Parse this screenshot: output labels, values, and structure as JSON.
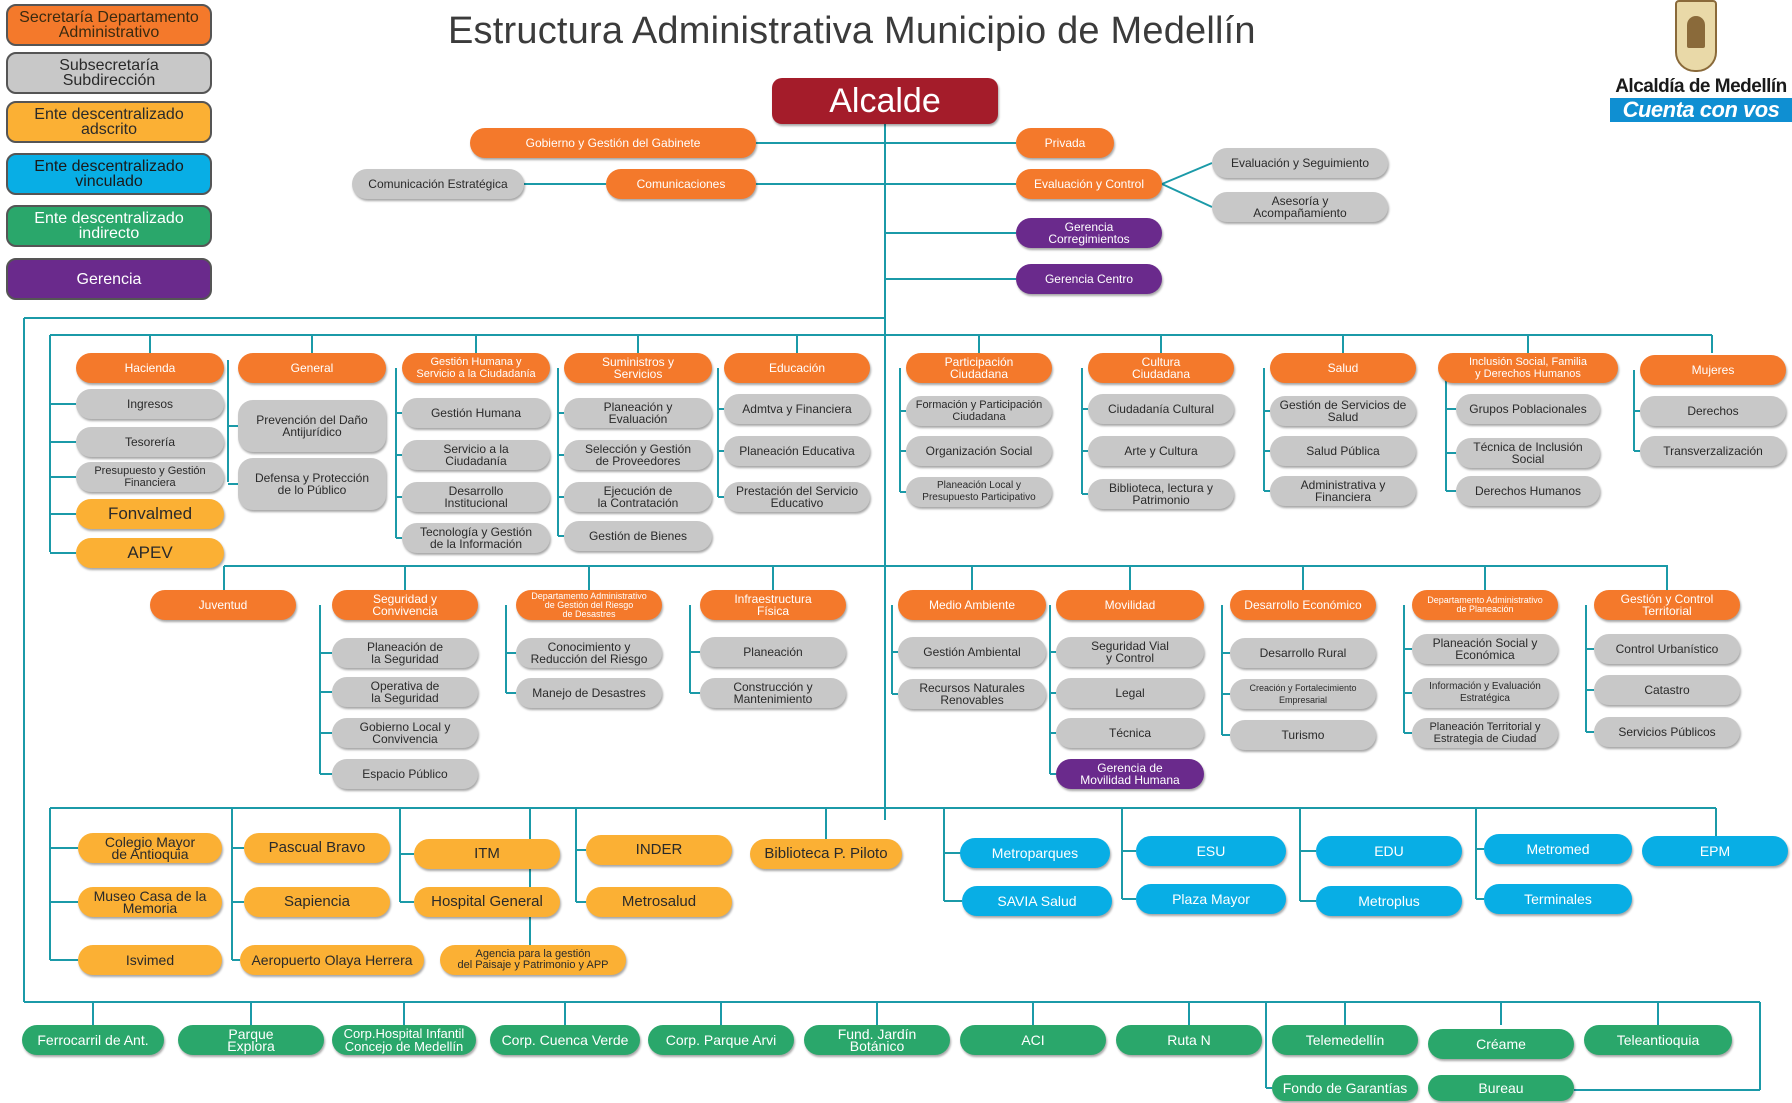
{
  "title": "Estructura  Administrativa Municipio de Medellín",
  "logo": {
    "line1": "Alcaldía de Medellín",
    "line2": "Cuenta con vos"
  },
  "legend": [
    {
      "label": "Secretaría Departamento\nAdministrativo",
      "color": "#f4792b"
    },
    {
      "label": "Subsecretaría\nSubdirección",
      "color": "#c8c8c8"
    },
    {
      "label": "Ente descentralizado\nadscrito",
      "color": "#fbb034"
    },
    {
      "label": "Ente descentralizado\nvinculado",
      "color": "#08aee5"
    },
    {
      "label": "Ente descentralizado\nindirecto",
      "color": "#2aa76b"
    },
    {
      "label": "Gerencia",
      "color": "#6a2a8c"
    }
  ],
  "top": {
    "alcalde": "Alcalde",
    "gobierno": "Gobierno y Gestión del Gabinete",
    "comunicaciones": "Comunicaciones",
    "comunicacion_estrategica": "Comunicación Estratégica",
    "privada": "Privada",
    "evaluacion_control": "Evaluación y Control",
    "evaluacion_seguimiento": "Evaluación y Seguimiento",
    "asesoria": "Asesoría y\nAcompañamiento",
    "gerencia_corregimientos": "Gerencia\nCorregimientos",
    "gerencia_centro": "Gerencia Centro"
  },
  "row1": [
    {
      "head": "Hacienda",
      "items": [
        "Ingresos",
        "Tesorería",
        "Presupuesto y Gestión\nFinanciera"
      ],
      "extras": [
        "Fonvalmed",
        "APEV"
      ]
    },
    {
      "head": "General",
      "items": [
        "Prevención del Daño\nAntijurídico",
        "Defensa y Protección\nde lo Público"
      ]
    },
    {
      "head": "Gestión Humana y\nServicio a la Ciudadanía",
      "items": [
        "Gestión Humana",
        "Servicio a la\nCiudadanía",
        "Desarrollo\nInstitucional",
        "Tecnología y Gestión\nde la Información"
      ]
    },
    {
      "head": "Suministros y\nServicios",
      "items": [
        "Planeación y\nEvaluación",
        "Selección y Gestión\nde Proveedores",
        "Ejecución de\nla Contratación",
        "Gestión de Bienes"
      ]
    },
    {
      "head": "Educación",
      "items": [
        "Admtva y Financiera",
        "Planeación Educativa",
        "Prestación del Servicio\nEducativo"
      ]
    },
    {
      "head": "Participación\nCiudadana",
      "items": [
        "Formación y Participación\nCiudadana",
        "Organización Social",
        "Planeación Local y\nPresupuesto Participativo"
      ]
    },
    {
      "head": "Cultura\nCiudadana",
      "items": [
        "Ciudadanía Cultural",
        "Arte y Cultura",
        "Biblioteca, lectura y\nPatrimonio"
      ]
    },
    {
      "head": "Salud",
      "items": [
        "Gestión de Servicios de\nSalud",
        "Salud Pública",
        "Administrativa y\nFinanciera"
      ]
    },
    {
      "head": "Inclusión Social, Familia\ny Derechos Humanos",
      "items": [
        "Grupos Poblacionales",
        "Técnica de Inclusión\nSocial",
        "Derechos Humanos"
      ]
    },
    {
      "head": "Mujeres",
      "items": [
        "Derechos",
        "Transverzalización"
      ]
    }
  ],
  "row2": [
    {
      "head": "Juventud",
      "items": []
    },
    {
      "head": "Seguridad y\nConvivencia",
      "items": [
        "Planeación de\nla Seguridad",
        "Operativa de\nla Seguridad",
        "Gobierno Local y\nConvivencia",
        "Espacio Público"
      ]
    },
    {
      "head": "Departamento Administrativo\nde Gestión del Riesgo\nde Desastres",
      "items": [
        "Conocimiento y\nReducción del Riesgo",
        "Manejo de Desastres"
      ]
    },
    {
      "head": "Infraestructura\nFísica",
      "items": [
        "Planeación",
        "Construcción y\nMantenimiento"
      ]
    },
    {
      "head": "Medio Ambiente",
      "items": [
        "Gestión Ambiental",
        "Recursos Naturales\nRenovables"
      ]
    },
    {
      "head": "Movilidad",
      "items": [
        "Seguridad Vial\ny Control",
        "Legal",
        "Técnica"
      ],
      "gerencia": "Gerencia de\nMovilidad Humana"
    },
    {
      "head": "Desarrollo Económico",
      "items": [
        "Desarrollo Rural",
        "Creación y Fortalecimiento\nEmpresarial",
        "Turismo"
      ]
    },
    {
      "head": "Departamento Administrativo\nde Planeación",
      "items": [
        "Planeación Social y\nEconómica",
        "Información y Evaluación\nEstratégica",
        "Planeación Territorial y\nEstrategia de Ciudad"
      ]
    },
    {
      "head": "Gestión y Control\nTerritorial",
      "items": [
        "Control Urbanístico",
        "Catastro",
        "Servicios Públicos"
      ]
    }
  ],
  "adscritos": {
    "col1": [
      "Colegio Mayor\nde Antioquia",
      "Museo Casa de la\nMemoria",
      "Isvimed"
    ],
    "col2": [
      "Pascual Bravo",
      "Sapiencia",
      "Aeropuerto Olaya Herrera"
    ],
    "col3": [
      "ITM",
      "Hospital General"
    ],
    "col4": [
      "INDER",
      "Metrosalud"
    ],
    "agencia": "Agencia para la gestión\ndel Paisaje y Patrimonio y APP",
    "biblioteca": "Biblioteca P. Piloto"
  },
  "vinculados": {
    "metroparques": "Metroparques",
    "savia": "SAVIA Salud",
    "esu": "ESU",
    "plaza_mayor": "Plaza Mayor",
    "edu": "EDU",
    "metroplus": "Metroplus",
    "metromed": "Metromed",
    "terminales": "Terminales",
    "epm": "EPM"
  },
  "indirectos": [
    "Ferrocarril de Ant.",
    "Parque\nExplora",
    "Corp.Hospital Infantil\nConcejo de Medellín",
    "Corp. Cuenca Verde",
    "Corp. Parque Arvi",
    "Fund. Jardín Botánico",
    "ACI",
    "Ruta N",
    "Telemedellín",
    "Créame",
    "Teleantioquia",
    "Fondo de Garantías",
    "Bureau"
  ]
}
